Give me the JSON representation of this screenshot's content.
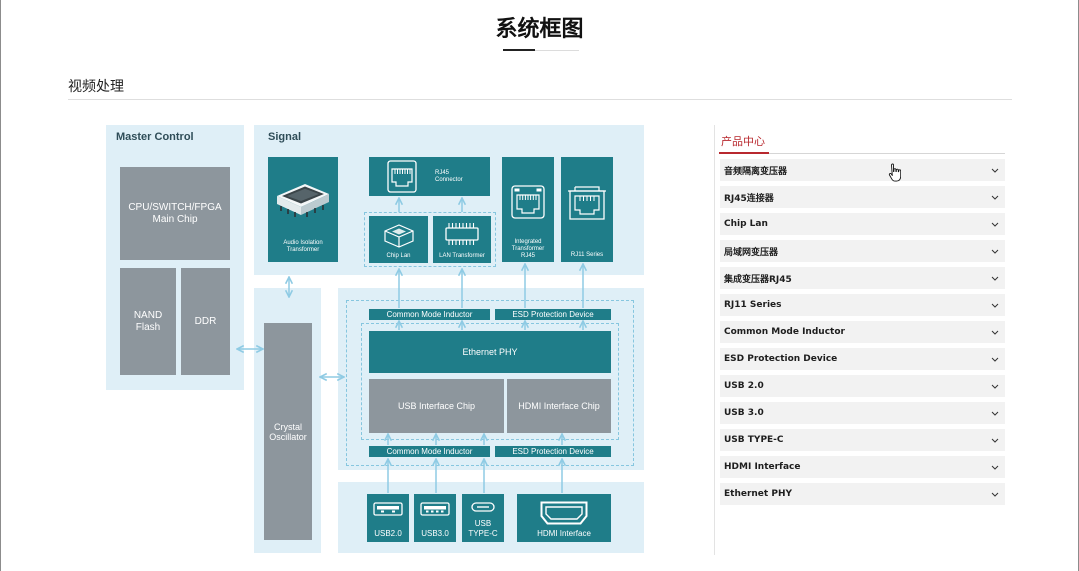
{
  "page": {
    "title": "系统框图"
  },
  "section": {
    "heading": "视频处理"
  },
  "diagram": {
    "master_control": {
      "title": "Master Control",
      "main_chip": [
        "CPU/SWITCH/FPGA",
        "Main Chip"
      ],
      "nand_flash": [
        "NAND",
        "Flash"
      ],
      "ddr": "DDR"
    },
    "signal": {
      "title": "Signal",
      "audio_isolation_transformer": [
        "Audio Isolation",
        "Transformer"
      ],
      "rj45_connector": [
        "RJ45",
        "Connector"
      ],
      "chip_lan": "Chip Lan",
      "lan_transformer": "LAN Transformer",
      "integrated_transformer_rj45": [
        "Integrated",
        "Transformer",
        "RJ45"
      ],
      "rj11_series": "RJ11 Series"
    },
    "crystal_oscillator": [
      "Crystal",
      "Oscillator"
    ],
    "interface": {
      "top_common_mode_inductor": "Common Mode Inductor",
      "top_esd_protection_device": "ESD Protection Device",
      "ethernet_phy": "Ethernet PHY",
      "usb_interface_chip": "USB Interface Chip",
      "hdmi_interface_chip": "HDMI Interface Chip",
      "bottom_common_mode_inductor": "Common Mode Inductor",
      "bottom_esd_protection_device": "ESD Protection Device"
    },
    "ports": {
      "usb_2": "USB2.0",
      "usb_3": "USB3.0",
      "usb_type_c": [
        "USB",
        "TYPE-C"
      ],
      "hdmi_interface": "HDMI Interface"
    }
  },
  "sidebar": {
    "title": "产品中心",
    "items": [
      "音频隔离变压器",
      "RJ45连接器",
      "Chip Lan",
      "局域网变压器",
      "集成变压器RJ45",
      "RJ11 Series",
      "Common Mode Inductor",
      "ESD Protection Device",
      "USB 2.0",
      "USB 3.0",
      "USB TYPE-C",
      "HDMI Interface",
      "Ethernet PHY"
    ]
  },
  "icons": {
    "sidebar_item_toggle": "chevron-down-icon",
    "mouse_pointer": "hand-cursor-icon",
    "audio_isolation_transformer": "transformer-component-icon",
    "rj45_connector": "rj45-jack-icon",
    "chip_lan": "chip-lan-component-icon",
    "lan_transformer": "ic-chip-icon",
    "integrated_transformer_rj45": "rj45-port-icon",
    "rj11_series": "rj11-port-icon",
    "usb_2": "usb-a-port-icon",
    "usb_3": "usb-a-port-icon",
    "usb_type_c": "usb-c-port-icon",
    "hdmi_interface": "hdmi-port-icon"
  },
  "colors": {
    "teal": "#1f7d89",
    "block_gray": "#8d969d",
    "panel_blue": "#dfeff7",
    "arrow_blue": "#8fcbe4",
    "brand_red": "#b8282e",
    "item_bg": "#f2f2f2"
  }
}
